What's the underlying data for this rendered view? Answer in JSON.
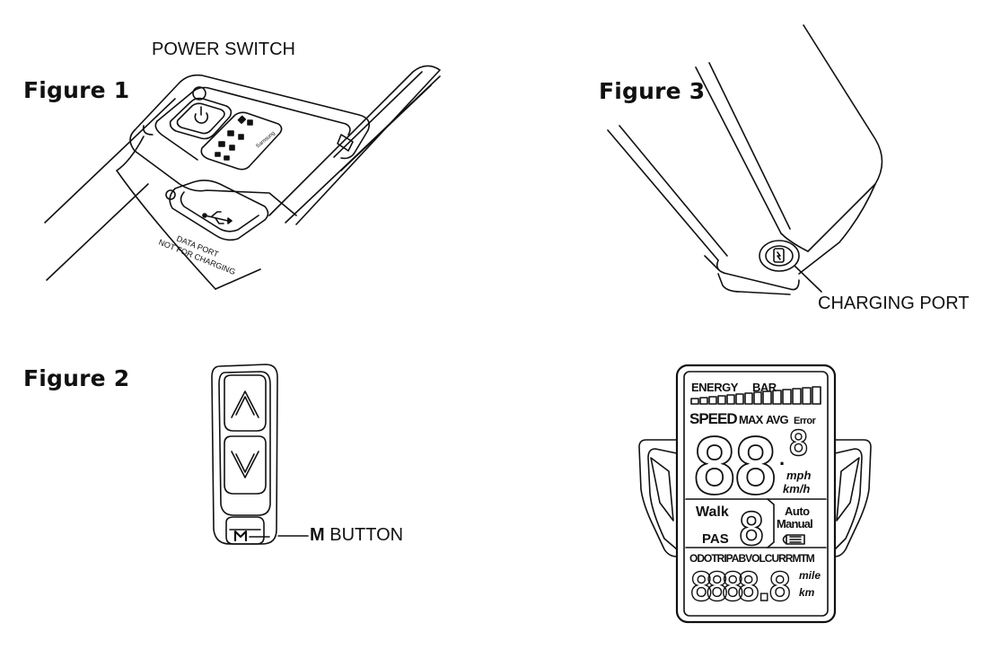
{
  "figures": {
    "fig1": {
      "title": "Figure 1",
      "callout": "POWER SWITCH",
      "port_label_line1": "DATA PORT",
      "port_label_line2": "NOT FOR CHARGING",
      "brand": "Samsung"
    },
    "fig2": {
      "title": "Figure 2",
      "callout_bold": "M",
      "callout_rest": " BUTTON",
      "button_letter": "M"
    },
    "fig3": {
      "title": "Figure 3",
      "callout": "CHARGING PORT"
    }
  },
  "display": {
    "energy": "ENERGY",
    "bar": "BAR",
    "speed": "SPEED",
    "max": "MAX",
    "avg": "AVG",
    "error": "Error",
    "digits_main": "88",
    "dot": ".",
    "digit_small": "8",
    "mph": "mph",
    "kmh": "km/h",
    "walk": "Walk",
    "pas": "PAS",
    "pas_digit": "8",
    "auto": "Auto",
    "manual": "Manual",
    "odo_row": "ODOTRIPABVOLCURRMTM",
    "bottom_digits": "8888.8",
    "mile": "mile",
    "km": "km"
  }
}
